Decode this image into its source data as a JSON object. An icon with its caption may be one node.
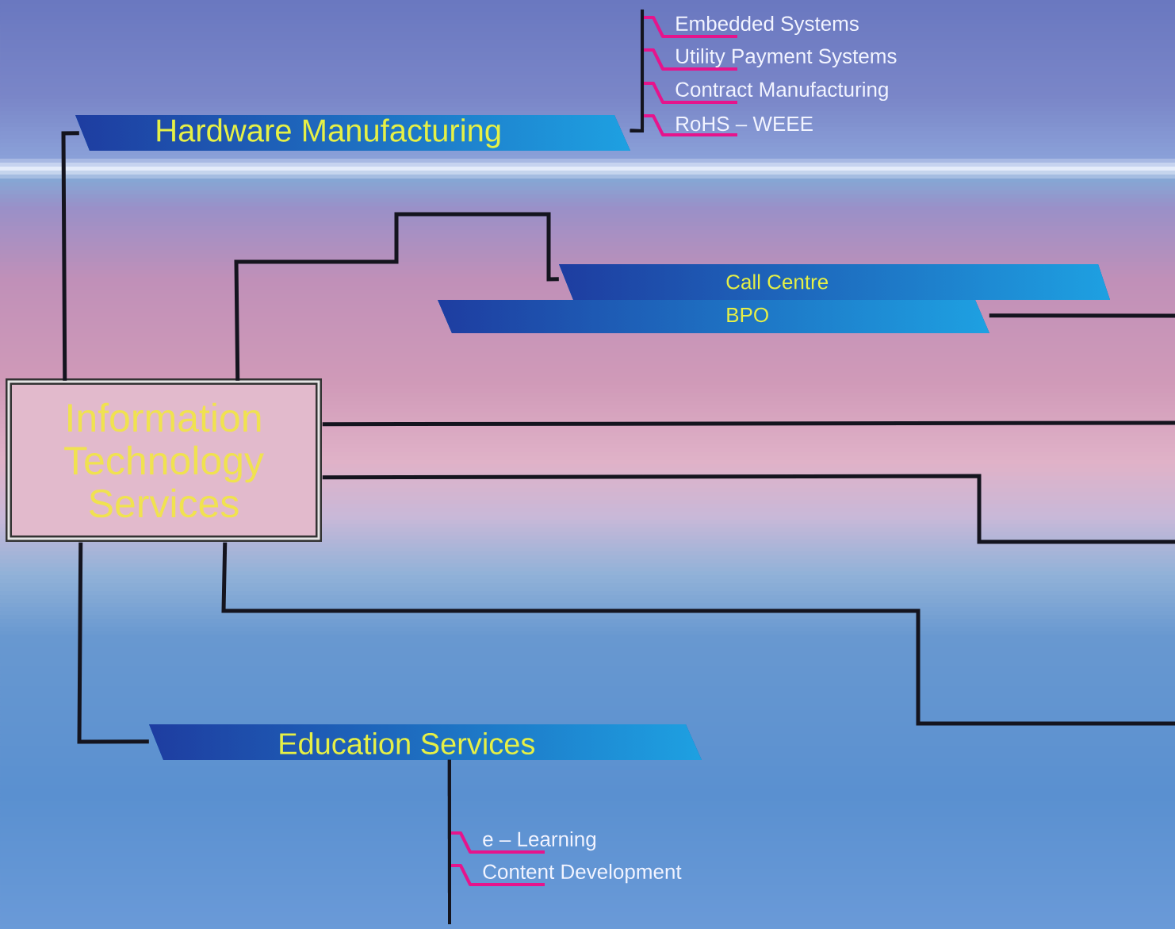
{
  "diagram": {
    "nodes": [
      {
        "text": [
          "Information Technology Services"
        ]
      },
      {
        "text": [
          "Hardware Manufacturing"
        ]
      },
      {
        "text": [
          "Call Centre"
        ]
      },
      {
        "text": [
          "BPO"
        ]
      },
      {
        "text": [
          "Education Services"
        ]
      },
      {
        "text": [
          "Embedded Systems"
        ]
      },
      {
        "text": [
          "Utility Payment Systems"
        ]
      },
      {
        "text": [
          "Contract Manufacturing"
        ]
      },
      {
        "text": [
          "RoHS – WEEE"
        ]
      },
      {
        "text": [
          "e – Learning"
        ]
      },
      {
        "text": [
          "Content Development"
        ]
      }
    ],
    "edges": [
      {
        "from": 0,
        "to": 1,
        "arrow": "none"
      },
      {
        "from": 0,
        "to": 2,
        "arrow": "none"
      },
      {
        "from": 0,
        "to": 4,
        "arrow": "none"
      },
      {
        "from": 0,
        "to": null,
        "arrow": "none"
      },
      {
        "from": 0,
        "to": null,
        "arrow": "none"
      },
      {
        "from": 0,
        "to": null,
        "arrow": "none"
      },
      {
        "from": 3,
        "to": null,
        "arrow": "none"
      },
      {
        "from": 1,
        "to": 5,
        "arrow": "none"
      },
      {
        "from": 1,
        "to": 6,
        "arrow": "none"
      },
      {
        "from": 1,
        "to": 7,
        "arrow": "none"
      },
      {
        "from": 1,
        "to": 8,
        "arrow": "none"
      },
      {
        "from": 4,
        "to": 9,
        "arrow": "none"
      },
      {
        "from": 4,
        "to": 10,
        "arrow": "none"
      }
    ]
  }
}
